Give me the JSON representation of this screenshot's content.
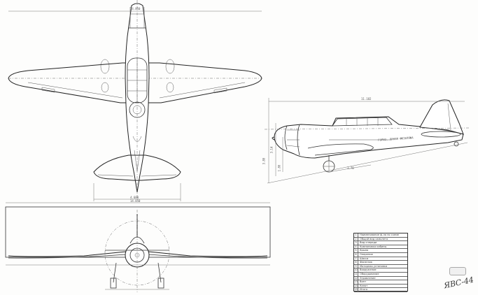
{
  "drawing": {
    "dimensions": {
      "top_span": "14.850",
      "tail_span": "4.600",
      "side_length": "11.182",
      "side_height1": "3.80",
      "side_height2": "3.14",
      "side_height3": "1.80",
      "side_base": "3.70",
      "side_line_label": "ГОРИЗ. ЛИНИЯ ФЮЗЕЛЯЖА",
      "front_span": "14.850"
    },
    "legend_rows": [
      "Наименование ф-ла по схеме",
      "Общий вид самолета",
      "Вид спереди",
      "Компоновка кабины",
      "Крыло",
      "Оперение",
      "Шасси",
      "Фюзеляж",
      "Моторная установка",
      "Вооружение",
      "Оборудование",
      "Управление",
      "Винт",
      "Капот",
      "Итого"
    ],
    "stamp": "ЯВС-44"
  }
}
